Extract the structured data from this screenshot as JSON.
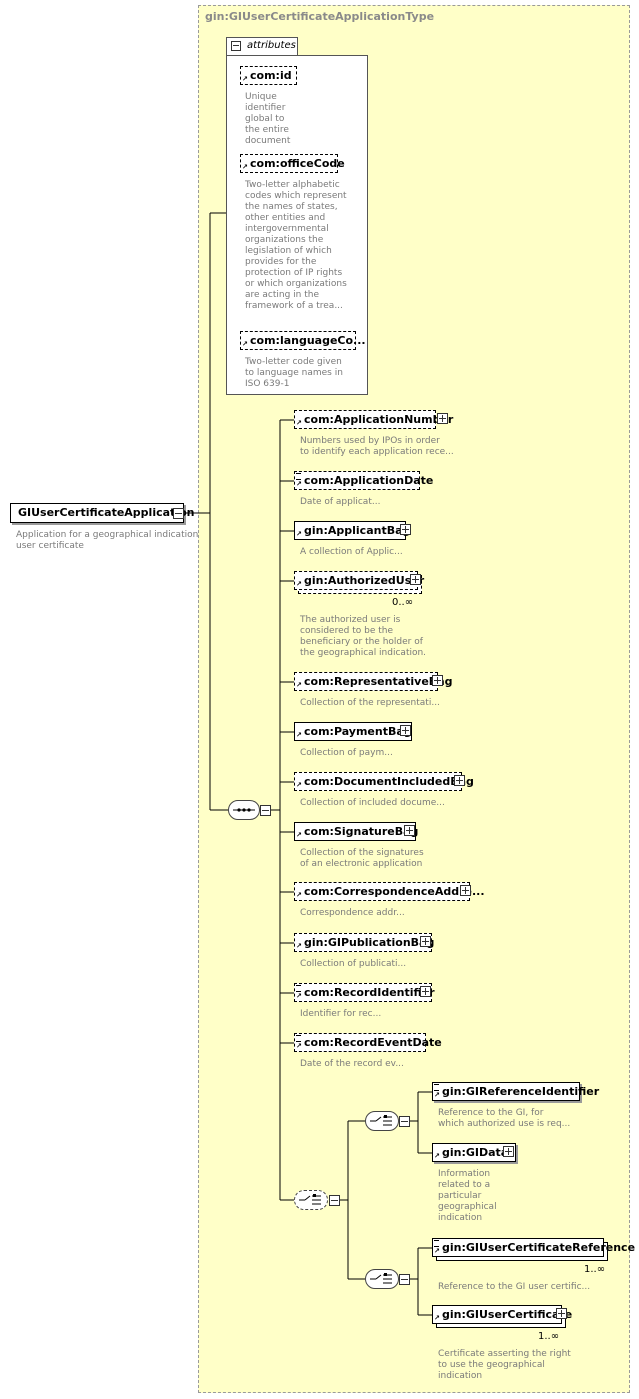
{
  "type_name": "gin:GIUserCertificateApplicationType",
  "attributes_label": "attributes",
  "root": {
    "name": "GIUserCertificateApplication",
    "doc": [
      "Application for a geographical indication",
      "user certificate"
    ]
  },
  "attributes": [
    {
      "name": "com:id",
      "doc": [
        "Unique",
        "identifier",
        "global to",
        "the entire",
        "document"
      ]
    },
    {
      "name": "com:officeCode",
      "doc": [
        "Two-letter alphabetic",
        "codes which represent",
        "the names of states,",
        "other entities and",
        "intergovernmental",
        "organizations the",
        "legislation of which",
        "provides for the",
        "protection of IP rights",
        "or which organizations",
        "are acting in the",
        "framework of a trea..."
      ]
    },
    {
      "name": "com:languageCo...",
      "doc": [
        "Two-letter code given",
        "to language names in",
        "ISO 639-1"
      ]
    }
  ],
  "sequence": [
    {
      "name": "com:ApplicationNumber",
      "doc": [
        "Numbers used by IPOs in order",
        "to identify each application rece..."
      ]
    },
    {
      "name": "com:ApplicationDate",
      "doc": [
        "Date of applicat..."
      ]
    },
    {
      "name": "gin:ApplicantBag",
      "doc": [
        "A collection of Applic..."
      ]
    },
    {
      "name": "gin:AuthorizedUser",
      "occurs": "0..∞",
      "doc": [
        "The authorized user is",
        "considered to be the",
        "beneficiary or the holder of",
        "the geographical indication."
      ]
    },
    {
      "name": "com:RepresentativeBag",
      "doc": [
        "Collection of the representati..."
      ]
    },
    {
      "name": "com:PaymentBag",
      "doc": [
        "Collection of paym..."
      ]
    },
    {
      "name": "com:DocumentIncludedBag",
      "doc": [
        "Collection of included docume..."
      ]
    },
    {
      "name": "com:SignatureBag",
      "doc": [
        "Collection of the signatures",
        "of an electronic application"
      ]
    },
    {
      "name": "com:CorrespondenceAddre...",
      "doc": [
        "Correspondence addr..."
      ]
    },
    {
      "name": "gin:GIPublicationBag",
      "doc": [
        "Collection of publicati..."
      ]
    },
    {
      "name": "com:RecordIdentifier",
      "doc": [
        "Identifier for rec..."
      ]
    },
    {
      "name": "com:RecordEventDate",
      "doc": [
        "Date of the record ev..."
      ]
    }
  ],
  "choice_a": [
    {
      "name": "gin:GIReferenceIdentifier",
      "doc": [
        "Reference to the GI, for",
        "which authorized use is req..."
      ]
    },
    {
      "name": "gin:GIData",
      "doc": [
        "Information",
        "related to a",
        "particular",
        "geographical",
        "indication"
      ]
    }
  ],
  "choice_b": [
    {
      "name": "gin:GIUserCertificateReference",
      "occurs": "1..∞",
      "doc": [
        "Reference to the GI user certific..."
      ]
    },
    {
      "name": "gin:GIUserCertificate",
      "occurs": "1..∞",
      "doc": [
        "Certificate asserting the right",
        "to use the geographical",
        "indication"
      ]
    }
  ]
}
